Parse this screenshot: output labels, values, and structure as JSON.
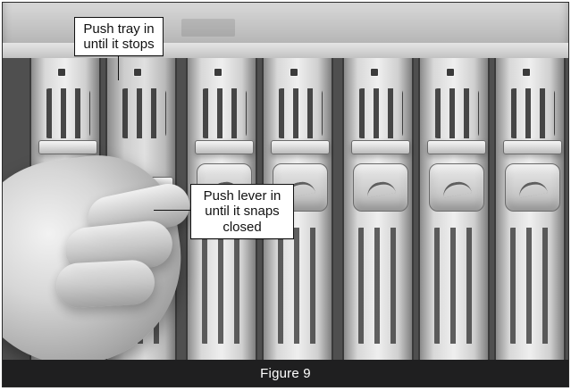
{
  "callouts": {
    "tray": {
      "line1": "Push tray in",
      "line2": "until it stops"
    },
    "lever": {
      "line1": "Push lever in",
      "line2": "until it snaps",
      "line3": "closed"
    }
  },
  "caption": {
    "text": "Figure 9"
  },
  "colors": {
    "caption_bg": "#1f1f20",
    "caption_text": "#ffffff",
    "callout_border": "#111111",
    "callout_bg": "#ffffff"
  }
}
